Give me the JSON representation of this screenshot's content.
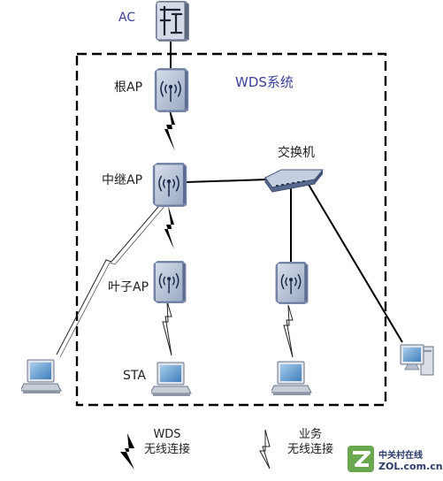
{
  "diagram": {
    "system_label": "WDS系统",
    "nodes": {
      "ac": {
        "label": "AC"
      },
      "root_ap": {
        "label": "根AP"
      },
      "relay_ap": {
        "label": "中继AP"
      },
      "leaf_ap": {
        "label": "叶子AP"
      },
      "switch": {
        "label": "交换机"
      },
      "sta": {
        "label": "STA"
      },
      "service_ap": {
        "label": ""
      }
    },
    "edges": [
      {
        "from": "ac",
        "to": "root_ap",
        "type": "wired"
      },
      {
        "from": "root_ap",
        "to": "relay_ap",
        "type": "wds-wireless"
      },
      {
        "from": "relay_ap",
        "to": "leaf_ap",
        "type": "wds-wireless"
      },
      {
        "from": "relay_ap",
        "to": "switch",
        "type": "wired"
      },
      {
        "from": "switch",
        "to": "service_ap",
        "type": "wired"
      },
      {
        "from": "switch",
        "to": "desktop-pc",
        "type": "wired"
      },
      {
        "from": "relay_ap",
        "to": "left-laptop",
        "type": "service-wireless"
      },
      {
        "from": "leaf_ap",
        "to": "sta-laptop",
        "type": "service-wireless"
      },
      {
        "from": "service_ap",
        "to": "right-laptop",
        "type": "service-wireless"
      }
    ]
  },
  "legend": {
    "wds_line1": "WDS",
    "wds_line2": "无线连接",
    "service_line1": "业务",
    "service_line2": "无线连接"
  },
  "watermark": {
    "text_top": "中关村在线",
    "text_bottom": "ZOL.com.cn"
  },
  "colors": {
    "ap_body": "#b2bed4",
    "ap_dark": "#6d7ea0",
    "switch_body": "#8aa0bf",
    "wds_bolt": "#000000",
    "ac_label": "#3b3f9c",
    "wds_label": "#3b3f9c"
  }
}
